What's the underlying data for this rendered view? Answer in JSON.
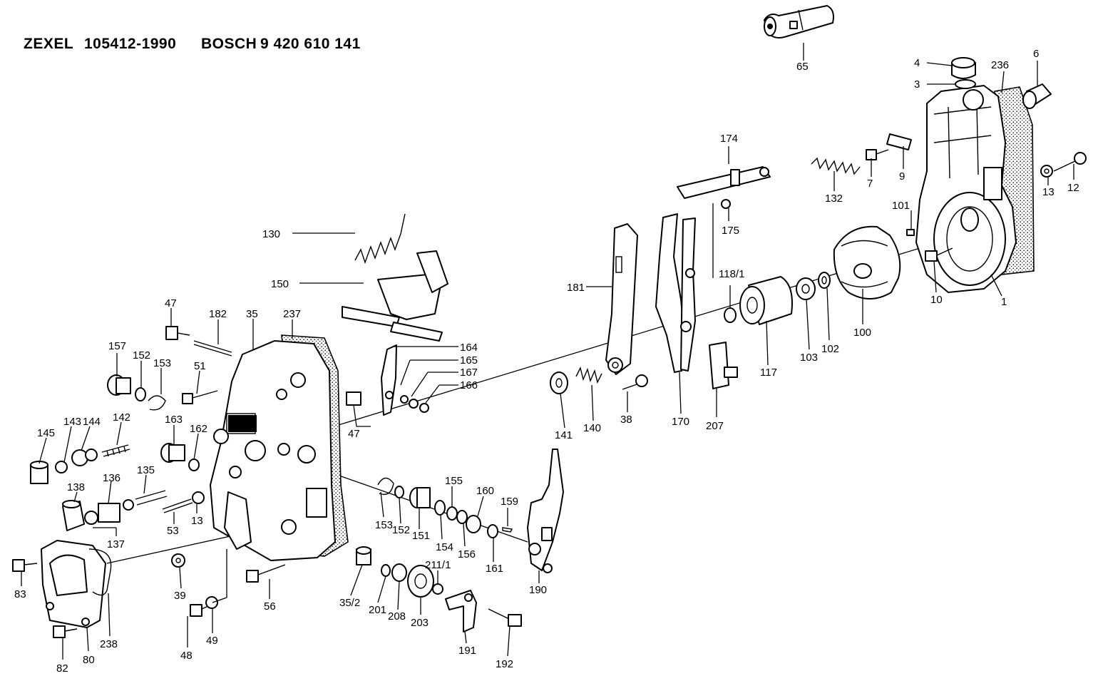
{
  "header": {
    "brand1": "ZEXEL",
    "part_no": "105412-1990",
    "brand2": "BOSCH",
    "bosch_no": "9 420 610 141"
  },
  "callouts": {
    "c65": "65",
    "c4": "4",
    "c3": "3",
    "c6": "6",
    "c236": "236",
    "c12": "12",
    "c13a": "13",
    "c9": "9",
    "c7": "7",
    "c132": "132",
    "c174": "174",
    "c175": "175",
    "c101": "101",
    "c10": "10",
    "c1": "1",
    "c100": "100",
    "c102": "102",
    "c103": "103",
    "c117": "117",
    "c118_1": "118/1",
    "c181": "181",
    "c170": "170",
    "c207": "207",
    "c38": "38",
    "c140": "140",
    "c141": "141",
    "c130": "130",
    "c150": "150",
    "c164": "164",
    "c165": "165",
    "c167": "167",
    "c166": "166",
    "c47a": "47",
    "c47b": "47",
    "c182": "182",
    "c35": "35",
    "c237": "237",
    "c157": "157",
    "c152a": "152",
    "c153a": "153",
    "c51": "51",
    "c163": "163",
    "c162": "162",
    "c145": "145",
    "c143": "143",
    "c144": "144",
    "c142": "142",
    "c138": "138",
    "c136": "136",
    "c135": "135",
    "c137": "137",
    "c53": "53",
    "c13b": "13",
    "c83": "83",
    "c82": "82",
    "c80": "80",
    "c238": "238",
    "c39": "39",
    "c48": "48",
    "c49": "49",
    "c56": "56",
    "c35_2": "35/2",
    "c201": "201",
    "c208": "208",
    "c203": "203",
    "c211_1": "211/1",
    "c191": "191",
    "c192": "192",
    "c153b": "153",
    "c152b": "152",
    "c151": "151",
    "c154": "154",
    "c155": "155",
    "c156": "156",
    "c160": "160",
    "c161": "161",
    "c159": "159",
    "c190": "190"
  }
}
